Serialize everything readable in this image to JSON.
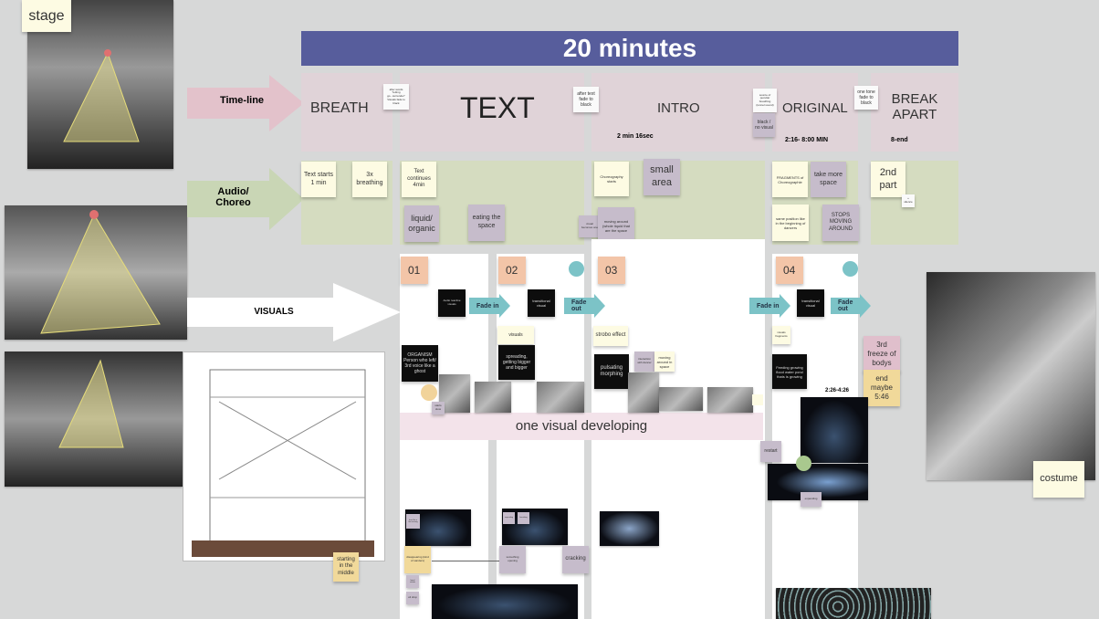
{
  "header": {
    "title": "20 minutes",
    "color": "#575d9c"
  },
  "rows": {
    "timeline": "Time-line",
    "audio": "Audio/ Choreo",
    "visuals": "VISUALS"
  },
  "timeline": {
    "breath": "BREATH",
    "text": "TEXT",
    "intro": "INTRO",
    "intro_time": "2 min 16sec",
    "original": "ORIGINAL",
    "original_time": "2:16- 8:00 MIN",
    "break": "BREAK APART",
    "break_time": "8-end",
    "note_after_words": "after words \"letting go...surrender\" Visuals fade to black",
    "note_after_text": "after text fade to black",
    "note_source": "source of peculiar breathing (tunnel sound)",
    "note_black": "black / no visual",
    "note_one_tone": "one tone fade to black"
  },
  "audio": {
    "text_starts": "Text starts 1 min",
    "breathing": "3x breathing",
    "text_continues": "Text continues 4min",
    "liquid": "liquid/ organic",
    "eating": "eating the space",
    "chore_starts": "Choreography starts",
    "small_area": "small area",
    "visual_becomes": "visual becomes one",
    "moving_around": "moving around (whole liquid that are the space",
    "fragments": "FRAGMENTS of Choreographie",
    "take_more": "take more space",
    "same_position": "same position like in the beginning of dancers",
    "stops": "STOPS MOVING AROUND",
    "second_part": "2nd part",
    "silence": "+ silence"
  },
  "visuals": {
    "n01": "01",
    "n02": "02",
    "n03": "03",
    "n04": "04",
    "audio_reactive": "Audio reactive visuals",
    "transitional": "transitional visual",
    "fade_in": "Fade in",
    "fade_out": "Fade out",
    "organism": "ORGANISM Person who left/ 3rd voice like a ghost",
    "starts_slow": "starts slow",
    "visuals_label": "visuals",
    "spreading": "spreading, getting bigger and bigger",
    "strobo": "strobo effect",
    "pulsating": "pulsating morphing",
    "interaction": "interaction with dancer",
    "moving_space": "moving around in space",
    "visuals_fragments": "visuals fragments",
    "feeding": "Feeding growing flood water pond thats is growing",
    "third_freeze": "3rd freeze of bodys",
    "end_maybe": "end maybe 5:46",
    "time_range": "2:26-4:26",
    "one_visual": "one visual developing",
    "restart": "restart",
    "expanding": "expanding",
    "lines_like": "lines like a line moving",
    "disappearing": "disappearing (kind of sanders)",
    "something_opening": "something opening",
    "cracking": "cracking",
    "liquid_visuals": "liquid visuals",
    "oil_drop": "oil drop",
    "expanding2": "expanding",
    "breathing2": "breathing"
  },
  "left": {
    "stage": "stage",
    "starting_middle": "starting in the middle"
  },
  "right": {
    "costume": "costume"
  }
}
